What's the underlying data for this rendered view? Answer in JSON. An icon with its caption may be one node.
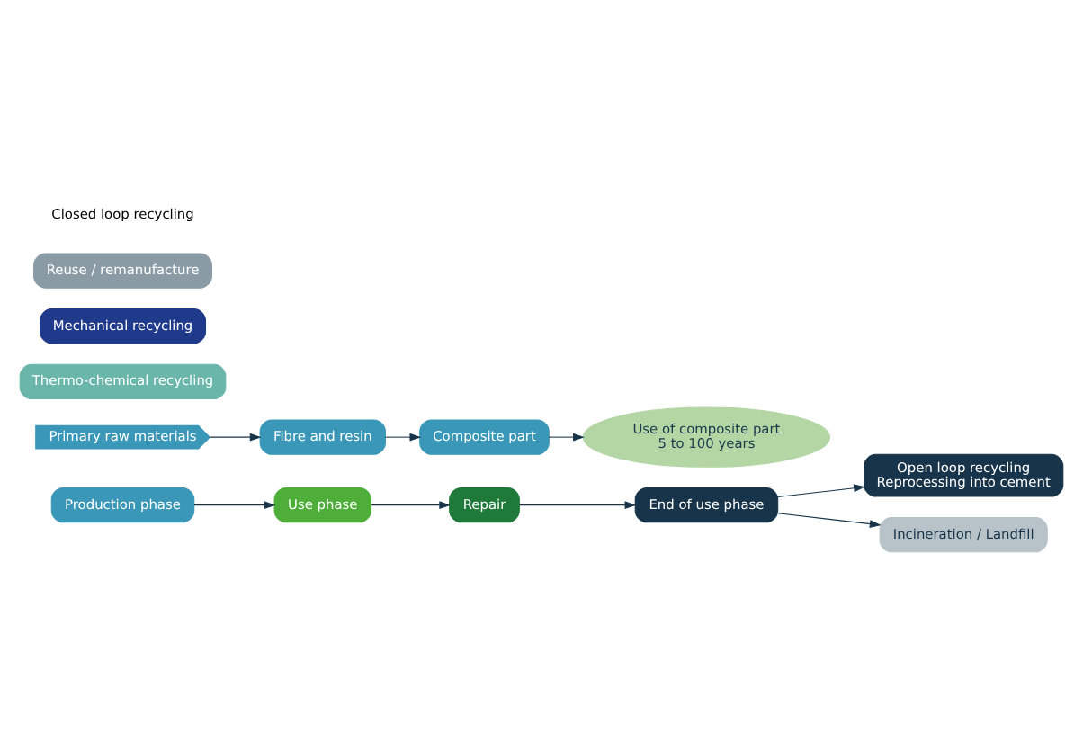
{
  "diagram": {
    "nodes": [
      {
        "text": [
          "Production phase"
        ]
      },
      {
        "text": [
          "Primary raw materials"
        ]
      },
      {
        "text": [
          "Fibre and resin"
        ]
      },
      {
        "text": [
          "Composite part"
        ]
      },
      {
        "text": [
          "Thermo-chemical recycling"
        ]
      },
      {
        "text": [
          "Mechanical recycling"
        ]
      },
      {
        "text": [
          "Reuse / remanufacture"
        ]
      },
      {
        "text": [
          "Use of composite part",
          "5 to 100 years"
        ]
      },
      {
        "text": [
          "Use phase"
        ]
      },
      {
        "text": [
          "Repair"
        ]
      },
      {
        "text": [
          "End of use phase"
        ]
      },
      {
        "text": [
          "Open loop recycling",
          "Reprocessing into cement"
        ]
      },
      {
        "text": [
          "Incineration / Landfill"
        ]
      }
    ],
    "edges": [
      {
        "from": 1,
        "to": 2,
        "arrow": "to"
      },
      {
        "from": 2,
        "to": 3,
        "arrow": "to"
      },
      {
        "from": 3,
        "to": 7,
        "arrow": "to"
      },
      {
        "from": 0,
        "to": 8,
        "arrow": "to"
      },
      {
        "from": 8,
        "to": 9,
        "arrow": "to"
      },
      {
        "from": 9,
        "to": 10,
        "arrow": "to"
      },
      {
        "from": 10,
        "to": 11,
        "arrow": "to"
      },
      {
        "from": 10,
        "to": 12,
        "arrow": "to"
      }
    ],
    "labels": [
      "Closed loop recycling"
    ]
  }
}
